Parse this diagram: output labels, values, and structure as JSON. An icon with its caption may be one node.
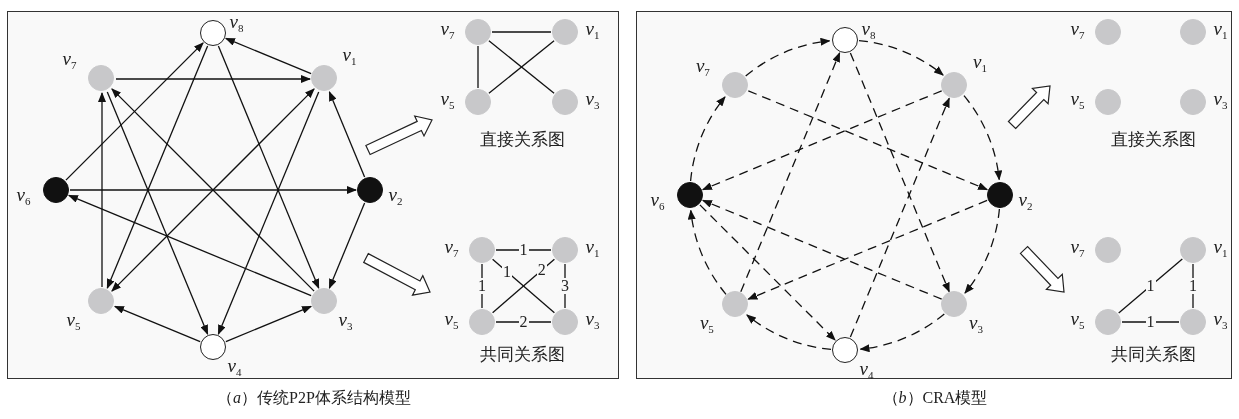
{
  "diagram": {
    "nodes": [
      {
        "text": [
          "（*a*）传统P2P体系结构模型"
        ]
      },
      {
        "text": [
          "*v*$_{1}$"
        ],
        "in": 0
      },
      {
        "text": [
          "*v*$_{2}$"
        ],
        "in": 0
      },
      {
        "text": [
          "*v*$_{3}$"
        ],
        "in": 0
      },
      {
        "text": [
          "*v*$_{4}$"
        ],
        "in": 0
      },
      {
        "text": [
          "*v*$_{5}$"
        ],
        "in": 0
      },
      {
        "text": [
          "*v*$_{6}$"
        ],
        "in": 0
      },
      {
        "text": [
          "*v*$_{7}$"
        ],
        "in": 0
      },
      {
        "text": [
          "*v*$_{8}$"
        ],
        "in": 0
      },
      {
        "text": [
          "*v*$_{7}$"
        ],
        "in": 0
      },
      {
        "text": [
          "*v*$_{1}$"
        ],
        "in": 0
      },
      {
        "text": [
          "*v*$_{5}$"
        ],
        "in": 0
      },
      {
        "text": [
          "*v*$_{3}$"
        ],
        "in": 0
      },
      {
        "text": [
          "*v*$_{7}$"
        ],
        "in": 0
      },
      {
        "text": [
          "*v*$_{1}$"
        ],
        "in": 0
      },
      {
        "text": [
          "*v*$_{5}$"
        ],
        "in": 0
      },
      {
        "text": [
          "*v*$_{3}$"
        ],
        "in": 0
      },
      {
        "text": [
          "（*b*）CRA模型"
        ]
      },
      {
        "text": [
          "*v*$_{1}$"
        ],
        "in": 17
      },
      {
        "text": [
          "*v*$_{2}$"
        ],
        "in": 17
      },
      {
        "text": [
          "*v*$_{3}$"
        ],
        "in": 17
      },
      {
        "text": [
          "*v*$_{4}$"
        ],
        "in": 17
      },
      {
        "text": [
          "*v*$_{5}$"
        ],
        "in": 17
      },
      {
        "text": [
          "*v*$_{6}$"
        ],
        "in": 17
      },
      {
        "text": [
          "*v*$_{7}$"
        ],
        "in": 17
      },
      {
        "text": [
          "*v*$_{8}$"
        ],
        "in": 17
      },
      {
        "text": [
          "*v*$_{7}$"
        ],
        "in": 17
      },
      {
        "text": [
          "*v*$_{1}$"
        ],
        "in": 17
      },
      {
        "text": [
          "*v*$_{5}$"
        ],
        "in": 17
      },
      {
        "text": [
          "*v*$_{3}$"
        ],
        "in": 17
      },
      {
        "text": [
          "*v*$_{7}$"
        ],
        "in": 17
      },
      {
        "text": [
          "*v*$_{1}$"
        ],
        "in": 17
      },
      {
        "text": [
          "*v*$_{5}$"
        ],
        "in": 17
      },
      {
        "text": [
          "*v*$_{3}$"
        ],
        "in": 17
      }
    ],
    "edges": [
      {
        "from": 1,
        "to": 8,
        "arrow": "to"
      },
      {
        "from": 7,
        "to": 1,
        "arrow": "to"
      },
      {
        "from": 2,
        "to": 1,
        "arrow": "to"
      },
      {
        "from": 2,
        "to": 3,
        "arrow": "to"
      },
      {
        "from": 6,
        "to": 2,
        "arrow": "to"
      },
      {
        "from": 6,
        "to": 8,
        "arrow": "to"
      },
      {
        "from": 8,
        "to": 5,
        "arrow": "to"
      },
      {
        "from": 8,
        "to": 3,
        "arrow": "to"
      },
      {
        "from": 7,
        "to": 4,
        "arrow": "to"
      },
      {
        "from": 3,
        "to": 7,
        "arrow": "to"
      },
      {
        "from": 3,
        "to": 6,
        "arrow": "to"
      },
      {
        "from": 5,
        "to": 7,
        "arrow": "to"
      },
      {
        "from": 5,
        "to": 1,
        "arrow": "both"
      },
      {
        "from": 1,
        "to": 4,
        "arrow": "to"
      },
      {
        "from": 4,
        "to": 5,
        "arrow": "to"
      },
      {
        "from": 4,
        "to": 3,
        "arrow": "to"
      },
      {
        "from": 9,
        "to": 10,
        "arrow": "none"
      },
      {
        "from": 9,
        "to": 11,
        "arrow": "none"
      },
      {
        "from": 9,
        "to": 12,
        "arrow": "none"
      },
      {
        "from": 11,
        "to": 10,
        "arrow": "none"
      },
      {
        "from": 13,
        "to": 14,
        "arrow": "none",
        "label": "1"
      },
      {
        "from": 13,
        "to": 15,
        "arrow": "none",
        "label": "1"
      },
      {
        "from": 13,
        "to": 16,
        "arrow": "none",
        "label": "1"
      },
      {
        "from": 15,
        "to": 14,
        "arrow": "none",
        "label": "2"
      },
      {
        "from": 14,
        "to": 16,
        "arrow": "none",
        "label": "3"
      },
      {
        "from": 15,
        "to": 16,
        "arrow": "none",
        "label": "2"
      },
      {
        "from": 24,
        "to": 25,
        "arrow": "to",
        "style": "dashed"
      },
      {
        "from": 25,
        "to": 18,
        "arrow": "to",
        "style": "dashed"
      },
      {
        "from": 18,
        "to": 19,
        "arrow": "to",
        "style": "dashed"
      },
      {
        "from": 19,
        "to": 20,
        "arrow": "to",
        "style": "dashed"
      },
      {
        "from": 20,
        "to": 21,
        "arrow": "to",
        "style": "dashed"
      },
      {
        "from": 21,
        "to": 22,
        "arrow": "to",
        "style": "dashed"
      },
      {
        "from": 22,
        "to": 23,
        "arrow": "to",
        "style": "dashed"
      },
      {
        "from": 23,
        "to": 24,
        "arrow": "to",
        "style": "dashed"
      },
      {
        "from": 24,
        "to": 19,
        "arrow": "to",
        "style": "dashed"
      },
      {
        "from": 18,
        "to": 23,
        "arrow": "to",
        "style": "dashed"
      },
      {
        "from": 19,
        "to": 22,
        "arrow": "to",
        "style": "dashed"
      },
      {
        "from": 20,
        "to": 23,
        "arrow": "to",
        "style": "dashed"
      },
      {
        "from": 23,
        "to": 21,
        "arrow": "to",
        "style": "dashed"
      },
      {
        "from": 25,
        "to": 20,
        "arrow": "to",
        "style": "dashed"
      },
      {
        "from": 22,
        "to": 25,
        "arrow": "to",
        "style": "dashed"
      },
      {
        "from": 21,
        "to": 18,
        "arrow": "to",
        "style": "dashed"
      },
      {
        "from": 31,
        "to": 32,
        "arrow": "none",
        "label": "1"
      },
      {
        "from": 31,
        "to": 33,
        "arrow": "none",
        "label": "1"
      },
      {
        "from": 32,
        "to": 33,
        "arrow": "none",
        "label": "1"
      }
    ],
    "labels": [
      "直接关系图",
      "共同关系图",
      "直接关系图",
      "共同关系图"
    ]
  }
}
